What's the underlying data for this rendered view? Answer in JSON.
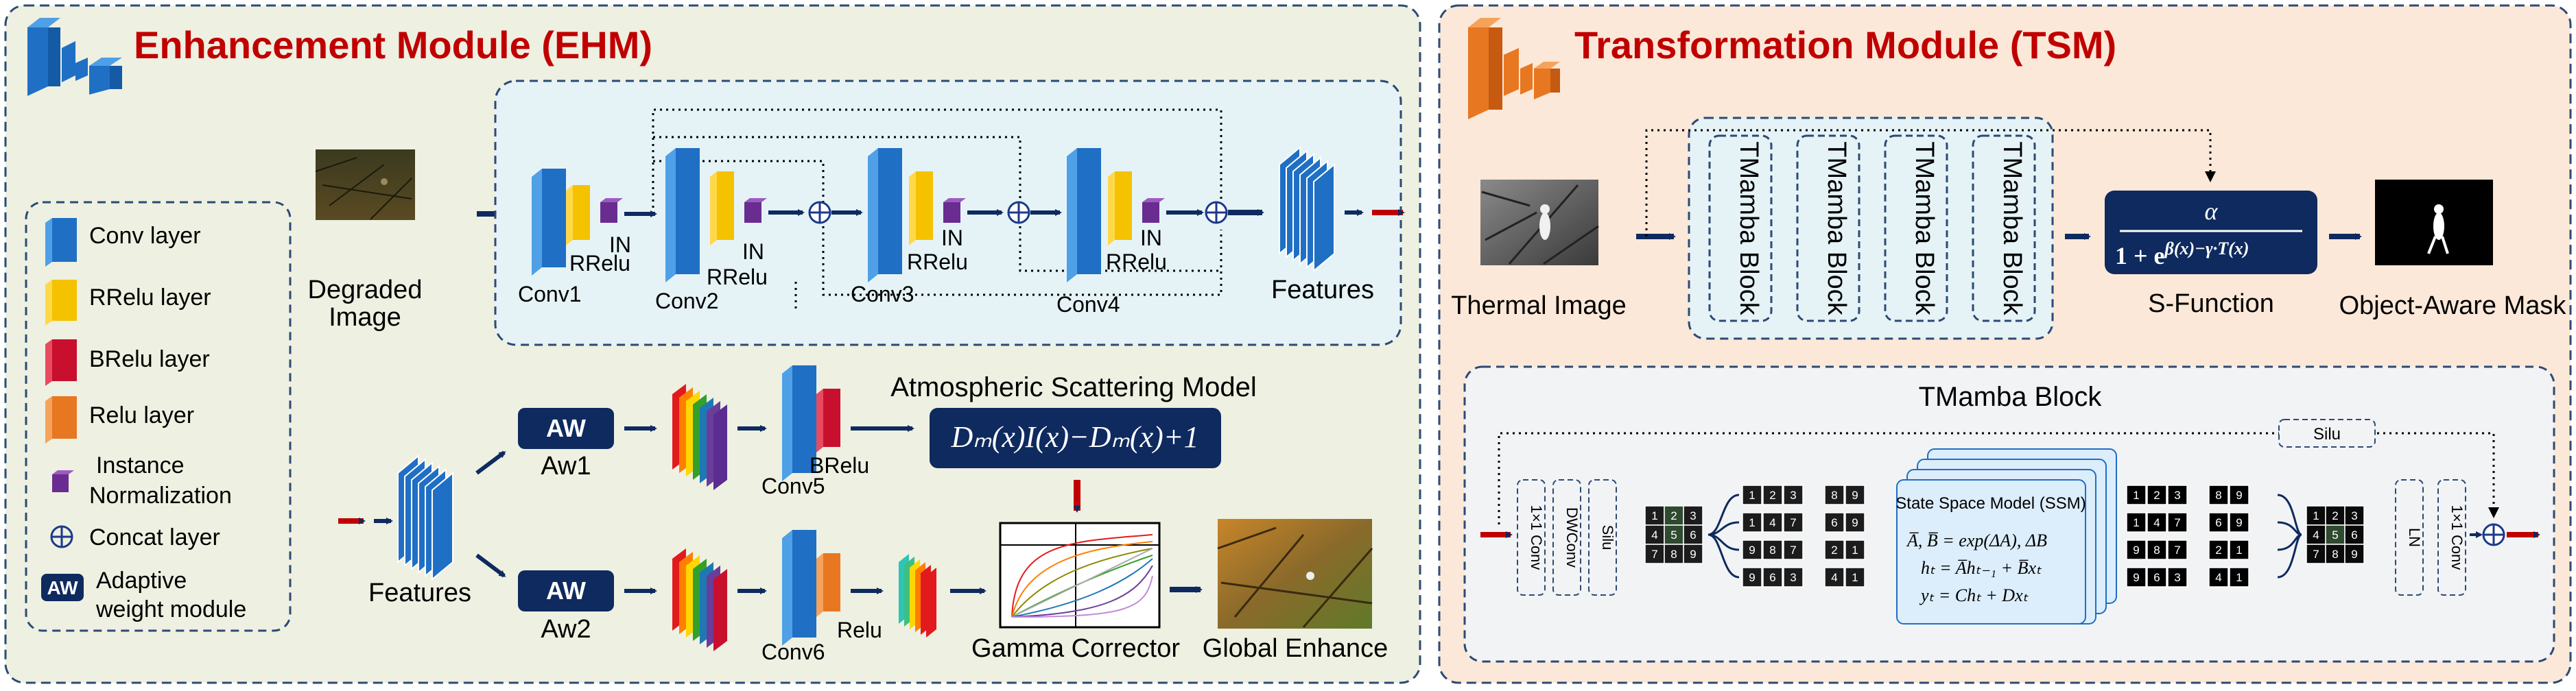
{
  "ehm": {
    "title": "Enhancement Module (EHM)",
    "degraded_image_label_1": "Degraded",
    "degraded_image_label_2": "Image",
    "conv1": "Conv1",
    "conv2": "Conv2",
    "conv3": "Conv3",
    "conv4": "Conv4",
    "in": "IN",
    "rrelu": "RRelu",
    "features_top": "Features",
    "features_bottom": "Features",
    "aw_badge": "AW",
    "aw1": "Aw1",
    "aw2": "Aw2",
    "conv5": "Conv5",
    "brelu": "BRelu",
    "conv6": "Conv6",
    "relu": "Relu",
    "asm_title": "Atmospheric Scattering Model",
    "asm_formula": "Dₘ(x)I(x)−Dₘ(x)+1",
    "gamma_corrector": "Gamma Corrector",
    "global_enhance": "Global Enhance"
  },
  "legend": {
    "items": [
      {
        "label": "Conv layer",
        "color": "#1f6fc5"
      },
      {
        "label": "RRelu layer",
        "color": "#f5c200"
      },
      {
        "label": "BRelu layer",
        "color": "#c8102e"
      },
      {
        "label": "Relu layer",
        "color": "#e87722"
      },
      {
        "label": "Instance",
        "label2": "Normalization",
        "color": "#6a2c91"
      },
      {
        "label": "Concat layer"
      },
      {
        "label": "Adaptive",
        "label2": "weight module",
        "badge": "AW"
      }
    ]
  },
  "tsm": {
    "title": "Transformation Module (TSM)",
    "thermal_image": "Thermal Image",
    "blocks": [
      "TMamba Block",
      "TMamba Block",
      "TMamba Block",
      "TMamba Block"
    ],
    "s_function_label": "S-Function",
    "s_function_numerator": "α",
    "s_function_denominator_base": "1 + e",
    "s_function_denominator_exp": "β(x)−γ·T(x)",
    "object_mask": "Object-Aware Mask"
  },
  "tmamba": {
    "title": "TMamba Block",
    "silu_top": "Silu",
    "conv1x1_a": "1×1 Conv",
    "dwconv": "DWConv",
    "silu": "Silu",
    "ssm_title": "State Space Model (SSM)",
    "ssm_eq1": "A̅, B̅ = exp(ΔA), ΔB",
    "ssm_eq2": "hₜ = A̅hₜ₋₁ + B̅xₜ",
    "ssm_eq3": "yₜ = Chₜ + Dxₜ",
    "ln": "LN",
    "conv1x1_b": "1×1 Conv",
    "grid_original": [
      "1",
      "2",
      "3",
      "4",
      "5",
      "6",
      "7",
      "8",
      "9"
    ],
    "scan_rows": [
      [
        "1",
        "2",
        "3"
      ],
      [
        "1",
        "4",
        "7"
      ],
      [
        "9",
        "8",
        "7"
      ],
      [
        "9",
        "6",
        "3"
      ]
    ],
    "scan_side": [
      [
        "8",
        "9"
      ],
      [
        "6",
        "9"
      ],
      [
        "2",
        "1"
      ],
      [
        "4",
        "1"
      ]
    ]
  },
  "colors": {
    "ehm_bg": "#eef0e1",
    "tsm_bg": "#fbe8d8",
    "inner_bg": "#e5f3f7",
    "navy": "#0e2a5e",
    "title_red": "#c00000",
    "conv_blue": "#1f6fc5",
    "rrelu_yellow": "#f5c200",
    "brelu_red": "#c8102e",
    "relu_orange": "#e87722",
    "in_purple": "#6a2c91",
    "ssm_blue": "#dcedfb"
  }
}
